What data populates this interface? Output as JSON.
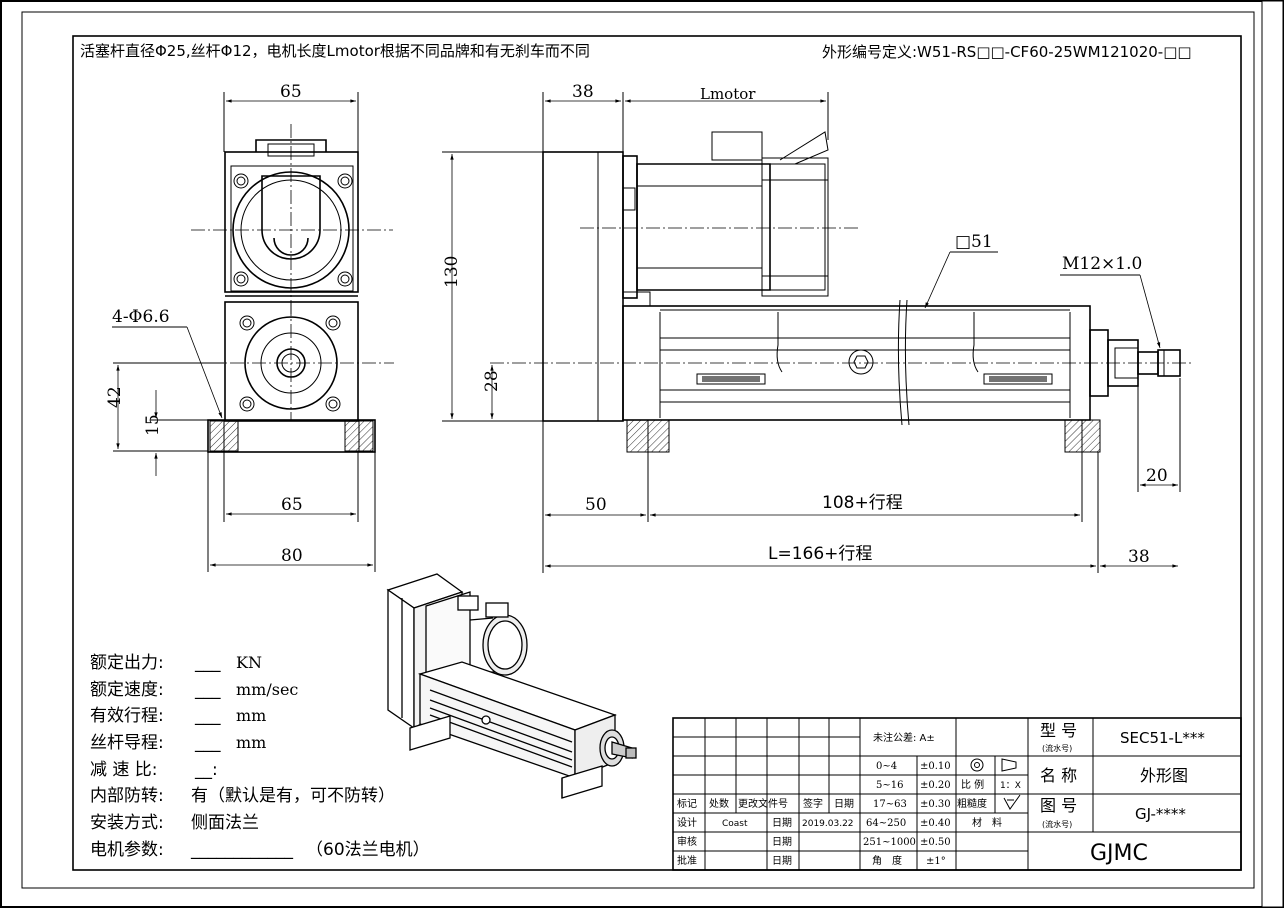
{
  "header": {
    "note": "活塞杆直径Φ25,丝杆Φ12，电机长度Lmotor根据不同品牌和有无刹车而不同",
    "code_definition": "外形编号定义:W51-RS□□-CF60-25WM121020-□□"
  },
  "front_view": {
    "dim_top_65": "65",
    "dim_bottom_65": "65",
    "dim_80": "80",
    "dim_42": "42",
    "dim_15": "15",
    "hole_label": "4-Φ6.6"
  },
  "side_view": {
    "dim_38_top": "38",
    "dim_lmotor": "Lmotor",
    "dim_130": "130",
    "dim_28": "28",
    "square_label": "□51",
    "thread_label": "M12×1.0",
    "dim_20": "20",
    "dim_50": "50",
    "dim_stroke": "108+行程",
    "dim_total": "L=166+行程",
    "dim_38_bottom": "38"
  },
  "specs": [
    {
      "label": "额定出力:",
      "blank": "___",
      "unit": "KN"
    },
    {
      "label": "额定速度:",
      "blank": "___",
      "unit": "mm/sec"
    },
    {
      "label": "有效行程:",
      "blank": "___",
      "unit": "mm"
    },
    {
      "label": "丝杆导程:",
      "blank": "___",
      "unit": "mm"
    },
    {
      "label": "减 速 比:",
      "blank": "__:",
      "unit": ""
    },
    {
      "label": "内部防转:",
      "blank": "有（默认是有，可不防转）",
      "unit": ""
    },
    {
      "label": "安装方式:",
      "blank": "侧面法兰",
      "unit": ""
    },
    {
      "label": "电机参数:",
      "blank": "____________",
      "unit": "（60法兰电机）"
    }
  ],
  "title_block": {
    "tolerance_header": "未注公差: A±",
    "tolerances": [
      {
        "range": "0~4",
        "value": "±0.10"
      },
      {
        "range": "5~16",
        "value": "±0.20"
      },
      {
        "range": "17~63",
        "value": "±0.30"
      },
      {
        "range": "64~250",
        "value": "±0.40"
      },
      {
        "range": "251~1000",
        "value": "±0.50"
      },
      {
        "range": "角　度",
        "value": "±1°"
      }
    ],
    "scale_label": "比 例",
    "scale_value": "1：X",
    "roughness_label": "粗糙度",
    "material_label": "材　料",
    "revision_headers": [
      "标记",
      "处数",
      "更改文件号",
      "签字",
      "日期"
    ],
    "design_label": "设计",
    "designer": "Coast",
    "date_label": "日期",
    "design_date": "2019.03.22",
    "review_label": "审核",
    "review_date_label": "日期",
    "approve_label": "批准",
    "approve_date_label": "日期",
    "model_label": "型 号",
    "model_sub": "(流水号)",
    "model_value": "SEC51-L***",
    "name_label": "名 称",
    "name_value": "外形图",
    "drawing_label": "图 号",
    "drawing_sub": "(流水号)",
    "drawing_value": "GJ-****",
    "company": "GJMC"
  }
}
